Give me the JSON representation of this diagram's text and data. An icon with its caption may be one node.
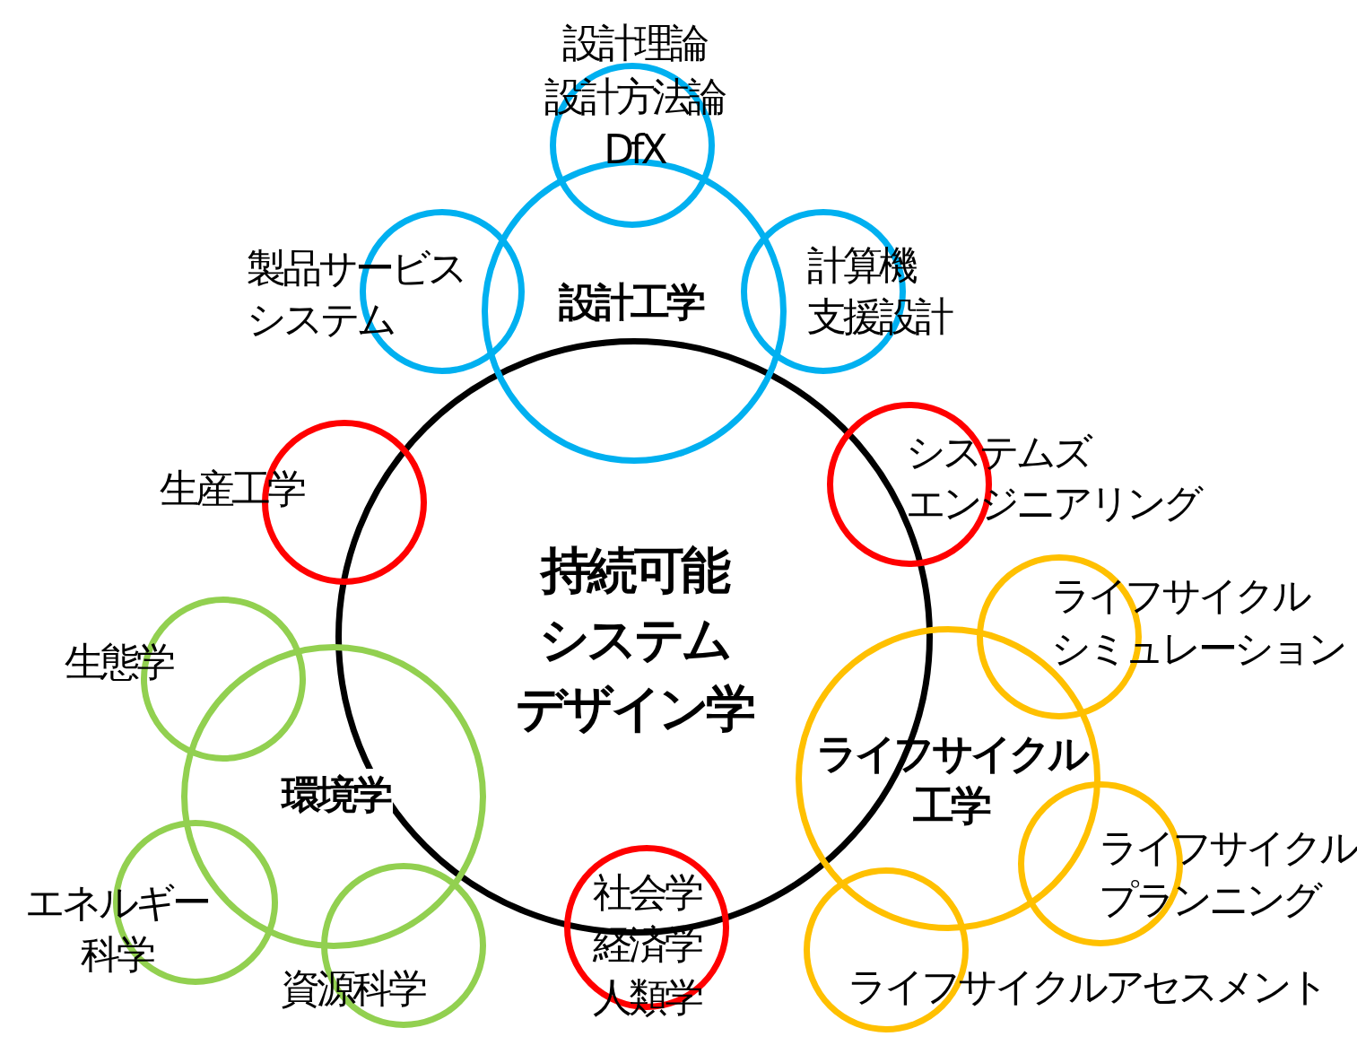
{
  "diagram": {
    "nodes": [
      {
        "text": [
          "持続可能システムデザイン学"
        ]
      },
      {
        "text": [
          "設計工学"
        ]
      },
      {
        "text": [
          "設計理論",
          "設計方法論",
          "DfX"
        ]
      },
      {
        "text": [
          "製品サービスシステム"
        ]
      },
      {
        "text": [
          "計算機支援設計"
        ]
      },
      {
        "text": [
          "生産工学"
        ]
      },
      {
        "text": [
          "システムズエンジニアリング"
        ]
      },
      {
        "text": [
          "環境学"
        ]
      },
      {
        "text": [
          "生態学"
        ]
      },
      {
        "text": [
          "エネルギー科学"
        ]
      },
      {
        "text": [
          "資源科学"
        ]
      },
      {
        "text": [
          "社会学",
          "経済学",
          "人類学"
        ]
      },
      {
        "text": [
          "ライフサイクル工学"
        ]
      },
      {
        "text": [
          "ライフサイクルシミュレーション"
        ]
      },
      {
        "text": [
          "ライフサイクルプランニング"
        ]
      },
      {
        "text": [
          "ライフサイクルアセスメント"
        ]
      }
    ]
  }
}
